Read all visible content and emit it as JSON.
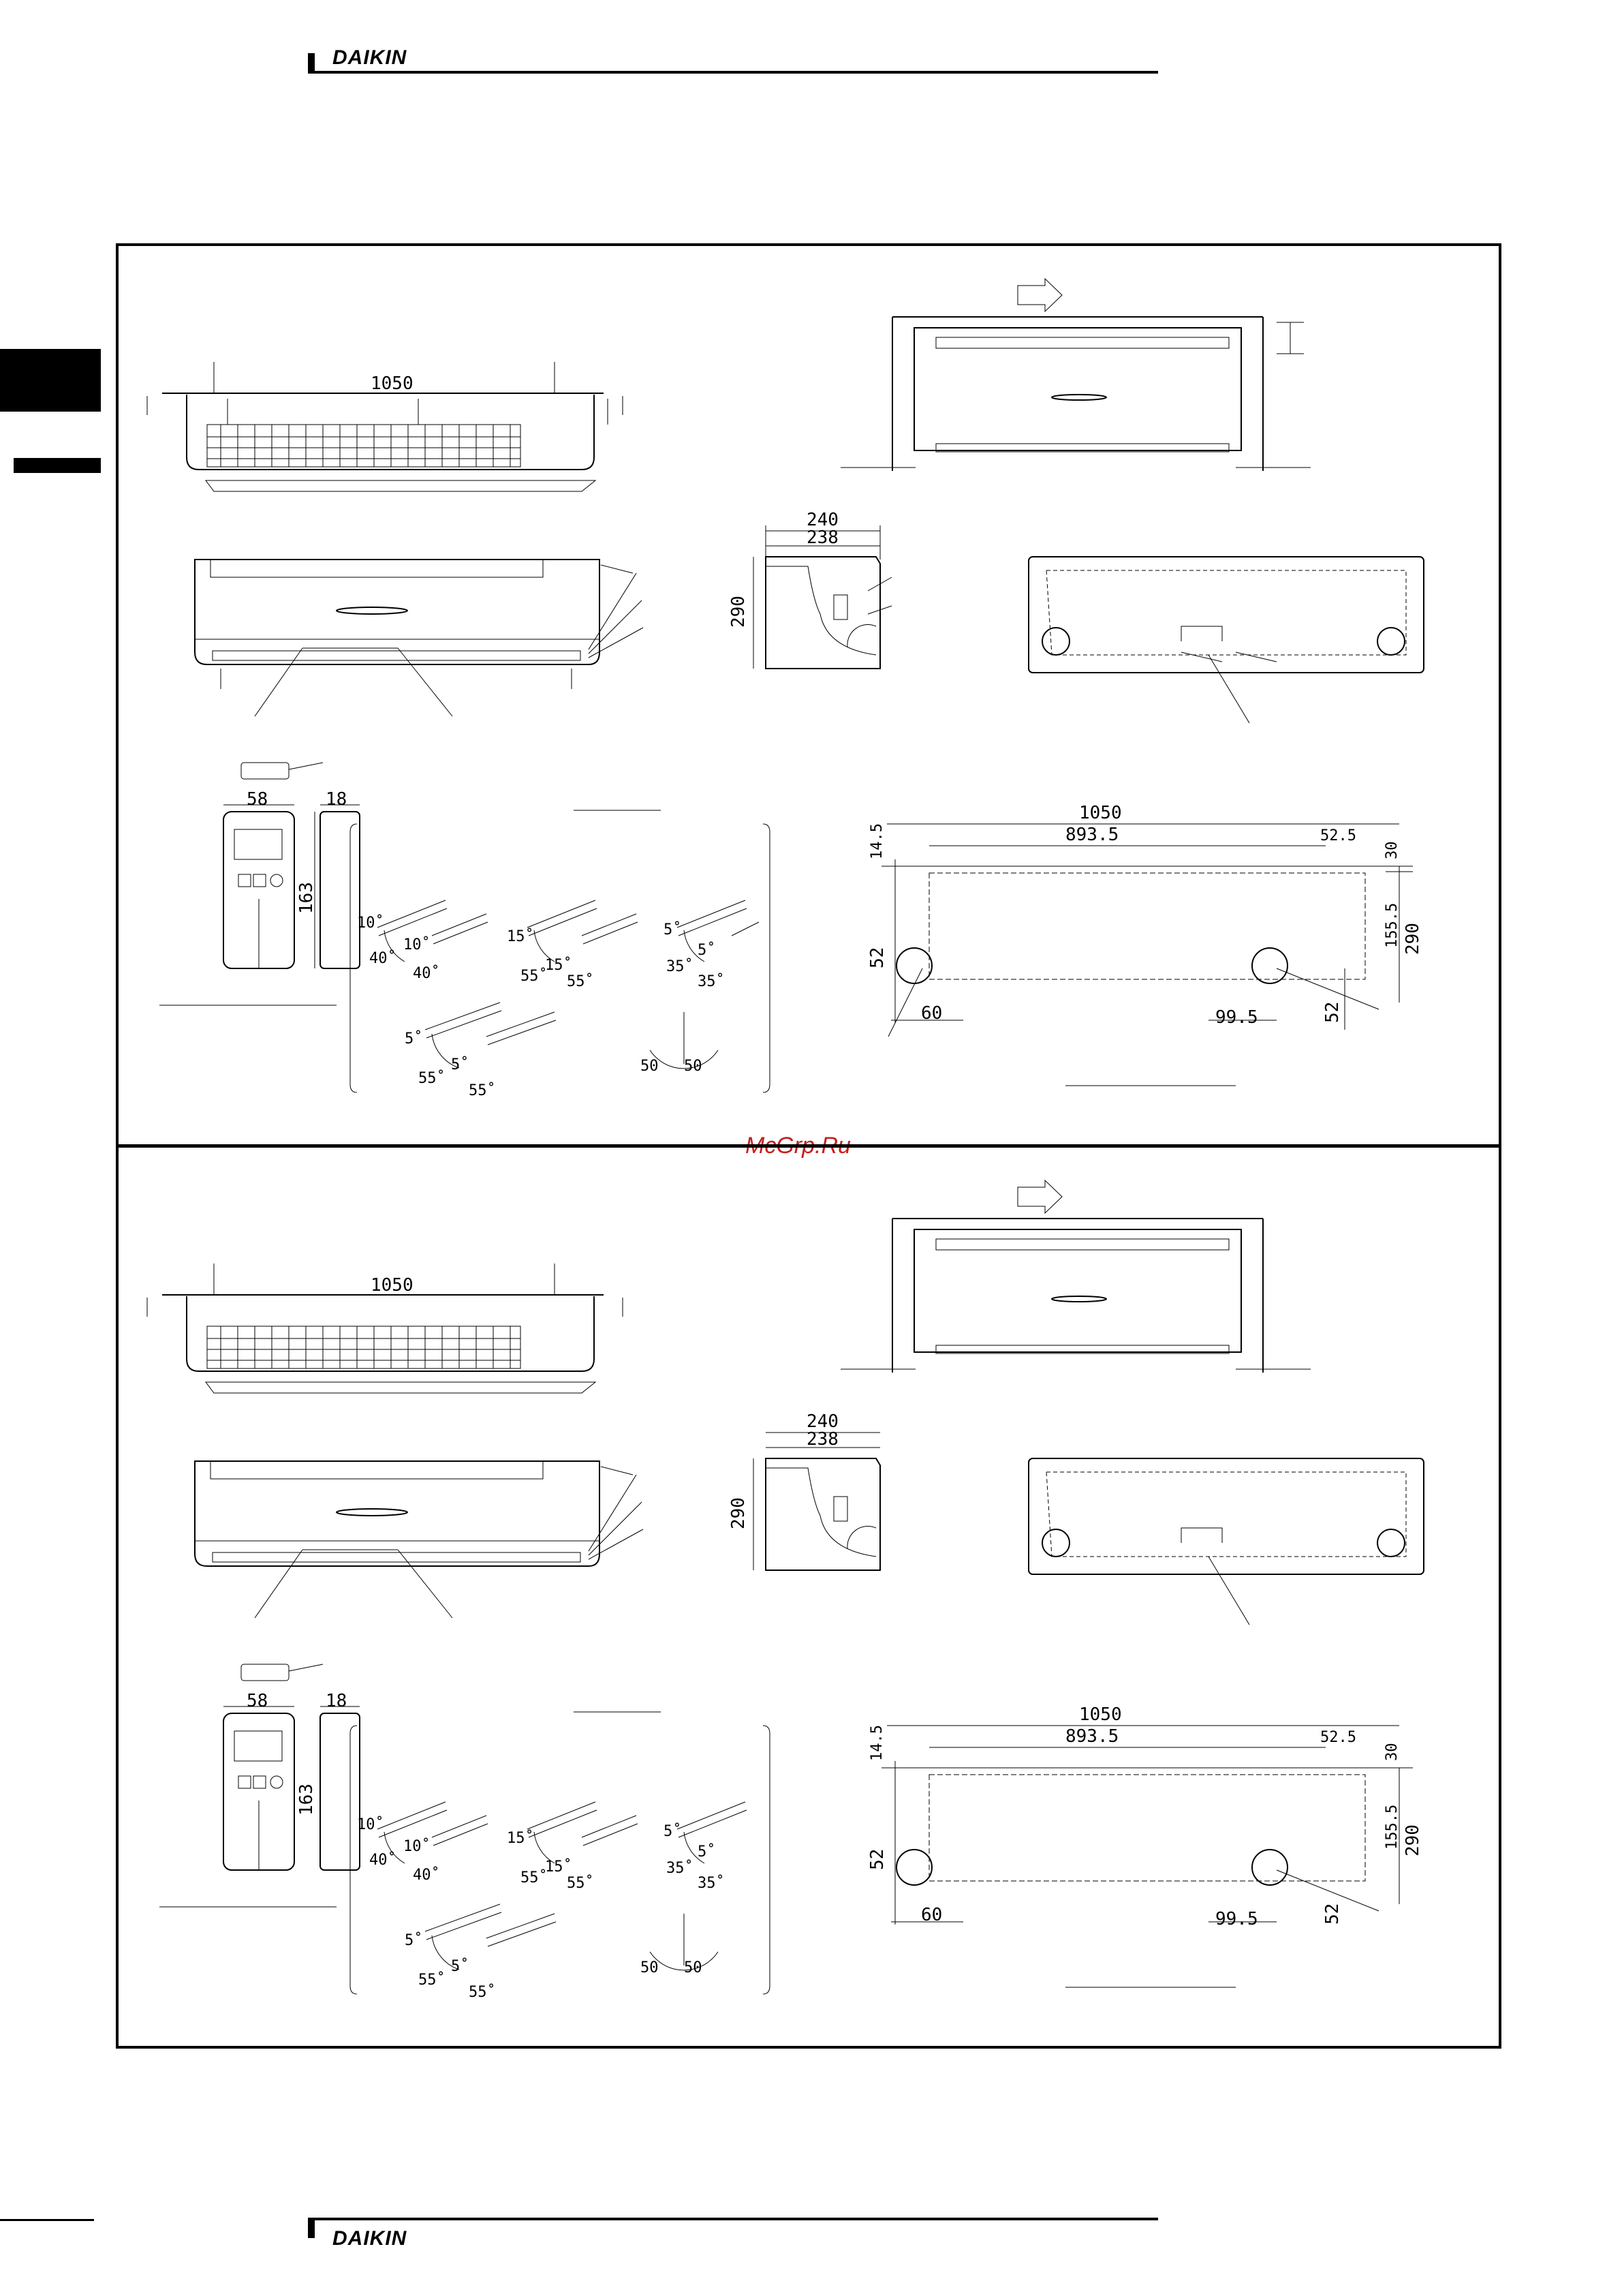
{
  "header": {
    "brand": "DAIKIN"
  },
  "footer": {
    "brand": "DAIKIN"
  },
  "watermark": "McGrp.Ru",
  "drawing": {
    "width_label": "1050",
    "depth_outer": "240",
    "depth_inner": "238",
    "height_label": "290",
    "remote_width": "58",
    "remote_depth": "18",
    "remote_height": "163",
    "mount_dim_14_5": "14.5",
    "mount_dim_1050": "1050",
    "mount_dim_893_5": "893.5",
    "mount_dim_52_5": "52.5",
    "mount_dim_30": "30",
    "mount_dim_155_5": "155.5",
    "mount_dim_290": "290",
    "mount_dim_52_left": "52",
    "mount_dim_60": "60",
    "mount_dim_99_5": "99.5",
    "mount_dim_52_right": "52",
    "angles": {
      "a1": "10˚",
      "a2": "40˚",
      "a3": "10˚",
      "a4": "40˚",
      "b1": "15˚",
      "b2": "55˚",
      "b3": "15˚",
      "b4": "55˚",
      "c1": "5˚",
      "c2": "35˚",
      "c3": "5˚",
      "c4": "35˚",
      "d1": "5˚",
      "d2": "55˚",
      "d3": "5˚",
      "d4": "55˚",
      "e1": "50",
      "e2": "50"
    }
  }
}
